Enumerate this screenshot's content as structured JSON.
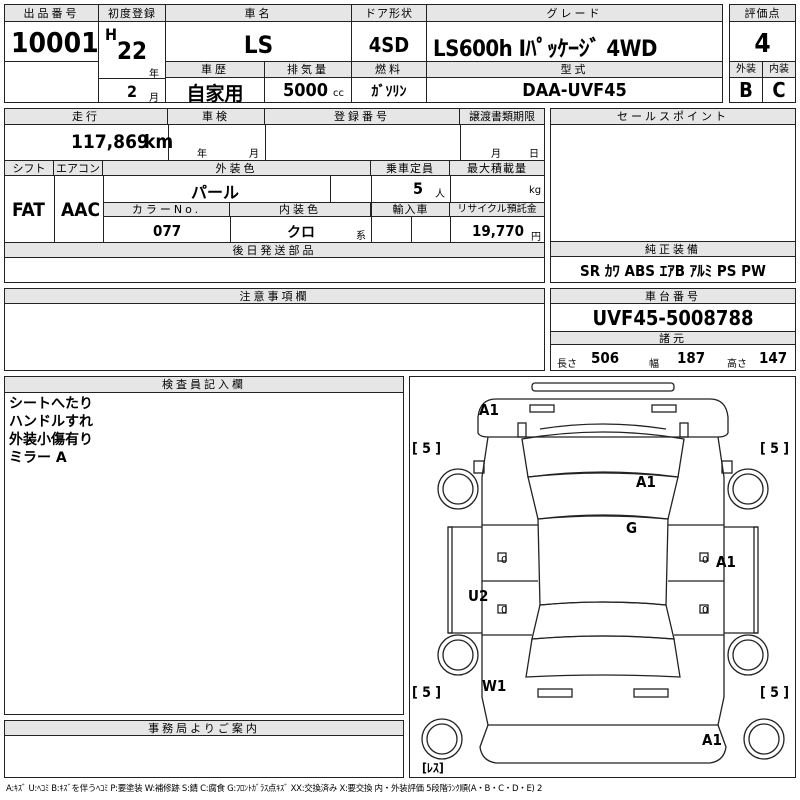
{
  "labels": {
    "lot_no": "出品番号",
    "first_reg": "初度登録",
    "car_name": "車名",
    "door": "ドア形状",
    "grade": "グレード",
    "score": "評価点",
    "history": "車歴",
    "displacement": "排気量",
    "fuel": "燃料",
    "model_code": "型式",
    "exterior": "外装",
    "interior": "内装",
    "mileage": "走行",
    "inspection": "車検",
    "reg_no": "登録番号",
    "transfer_deadline": "譲渡書類期限",
    "sales_point": "セールスポイント",
    "shift": "シフト",
    "aircon": "エアコン",
    "ext_color": "外装色",
    "capacity": "乗車定員",
    "max_load": "最大積載量",
    "color_no": "カラーNo.",
    "int_color": "内装色",
    "import": "輸入車",
    "recycle": "リサイクル預託金",
    "later_parts": "後日発送部品",
    "genuine_equip": "純正装備",
    "notes": "注意事項欄",
    "chassis_no": "車台番号",
    "specs": "諸元",
    "inspector": "検査員記入欄",
    "office": "事務局よりご案内",
    "year_unit": "年",
    "month_unit": "月",
    "cc_unit": "cc",
    "people_unit": "人",
    "kg_unit": "kg",
    "yen_unit": "円",
    "kei_unit": "系",
    "len_label": "長さ",
    "width_label": "幅",
    "height_label": "高さ"
  },
  "values": {
    "lot_no": "10001",
    "era": "H",
    "first_reg_year": "22",
    "first_reg_month": "2",
    "car_name": "LS",
    "door": "4SD",
    "grade": "LS600h Iﾊﾟｯｹｰｼﾞ 4WD",
    "score": "4",
    "history": "自家用",
    "displacement": "5000",
    "fuel": "ｶﾞｿﾘﾝ",
    "model_code": "DAA-UVF45",
    "exterior_grade": "B",
    "interior_grade": "C",
    "mileage": "117,869",
    "mileage_unit": "km",
    "shift": "FAT",
    "aircon": "AAC",
    "ext_color": "パール",
    "capacity": "5",
    "color_no": "077",
    "int_color": "クロ",
    "recycle": "19,770",
    "genuine_equip": "SR ｶﾜ ABS ｴｱB ｱﾙﾐ PS PW",
    "chassis_no": "UVF45-5008788",
    "length": "506",
    "width": "187",
    "height": "147"
  },
  "inspector_notes": [
    "シートへたり",
    "ハンドルすれ",
    "外装小傷有り",
    "ミラー A"
  ],
  "diagram": {
    "marks": {
      "front_bumper": "A1",
      "hood": "A1",
      "roof": "G",
      "right_front_door": "A1",
      "left_rear_door": "U2",
      "left_rear_fender": "W1",
      "rear_bumper": "A1",
      "left_front_door_zero": "0",
      "left_rear_door_zero": "0",
      "right_front_door_zero": "0",
      "right_rear_door_zero": "0"
    },
    "tires": {
      "front_left": "[ 5 ]",
      "front_right": "[ 5 ]",
      "rear_left": "[ 5 ]",
      "rear_right": "[ 5 ]"
    },
    "spare": "[ﾚｽ]"
  },
  "legend": "A:ｷｽﾞ U:ﾍｺﾐ B:ｷｽﾞを伴うﾍｺﾐ P:要塗装 W:補修跡 S:錆 C:腐食 G:ﾌﾛﾝﾄｶﾞﾗｽ点ｷｽﾞ XX:交換済み X:要交換 内・外装評価 5段階ﾗﾝｸ順(A・B・C・D・E) 2"
}
